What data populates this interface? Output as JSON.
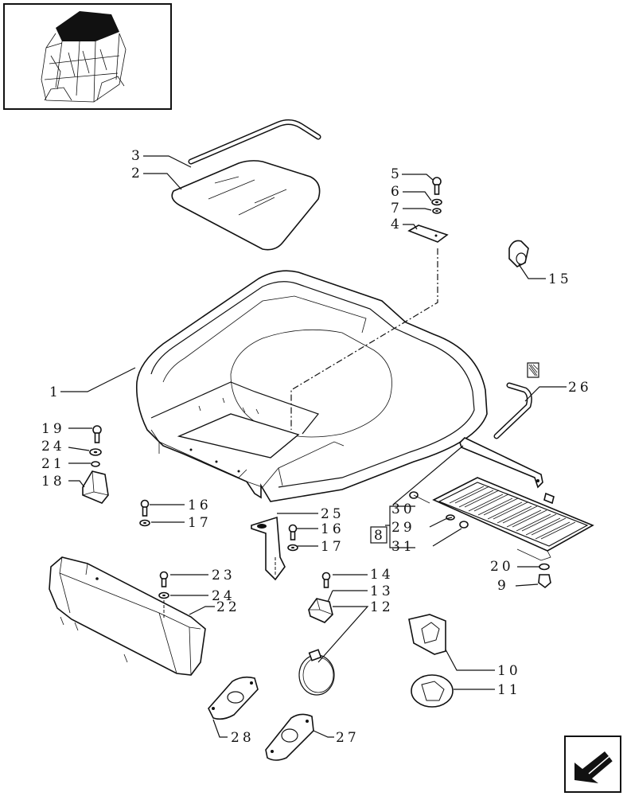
{
  "callouts": [
    {
      "id": "c1",
      "text": "1"
    },
    {
      "id": "c2",
      "text": "2"
    },
    {
      "id": "c3",
      "text": "3"
    },
    {
      "id": "c4",
      "text": "4"
    },
    {
      "id": "c5",
      "text": "5"
    },
    {
      "id": "c6",
      "text": "6"
    },
    {
      "id": "c7",
      "text": "7"
    },
    {
      "id": "c8",
      "text": "8"
    },
    {
      "id": "c9",
      "text": "9"
    },
    {
      "id": "c10",
      "text": "10"
    },
    {
      "id": "c11",
      "text": "11"
    },
    {
      "id": "c12",
      "text": "12"
    },
    {
      "id": "c13",
      "text": "13"
    },
    {
      "id": "c14",
      "text": "14"
    },
    {
      "id": "c15",
      "text": "15"
    },
    {
      "id": "c16a",
      "text": "16"
    },
    {
      "id": "c16b",
      "text": "16"
    },
    {
      "id": "c17a",
      "text": "17"
    },
    {
      "id": "c17b",
      "text": "17"
    },
    {
      "id": "c18",
      "text": "18"
    },
    {
      "id": "c19",
      "text": "19"
    },
    {
      "id": "c20",
      "text": "20"
    },
    {
      "id": "c21",
      "text": "21"
    },
    {
      "id": "c22",
      "text": "22"
    },
    {
      "id": "c23",
      "text": "23"
    },
    {
      "id": "c24a",
      "text": "24"
    },
    {
      "id": "c24b",
      "text": "24"
    },
    {
      "id": "c25",
      "text": "25"
    },
    {
      "id": "c26",
      "text": "26"
    },
    {
      "id": "c27",
      "text": "27"
    },
    {
      "id": "c28",
      "text": "28"
    },
    {
      "id": "c29",
      "text": "29"
    },
    {
      "id": "c30",
      "text": "30"
    },
    {
      "id": "c31",
      "text": "31"
    }
  ],
  "icons": {
    "thumbnail": "tractor-cab-thumbnail-icon",
    "nav": "previous-page-arrow-icon"
  }
}
